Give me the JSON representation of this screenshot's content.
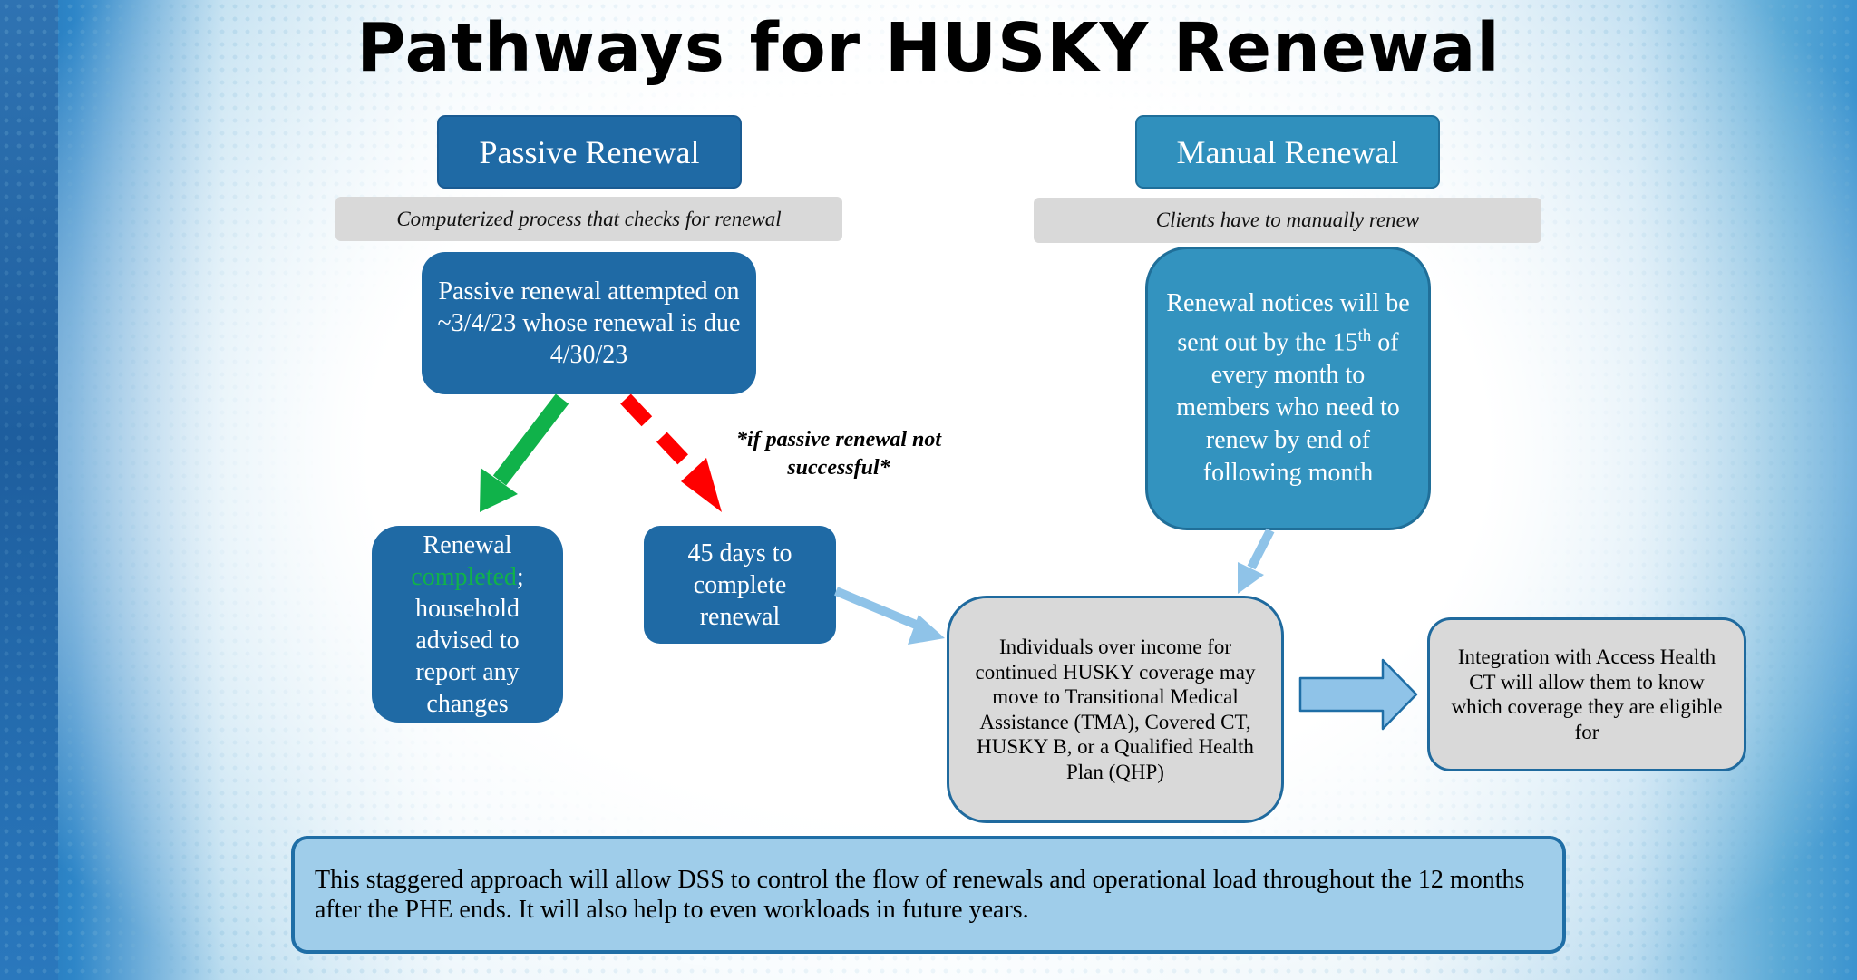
{
  "title": "Pathways for HUSKY Renewal",
  "colors": {
    "dark_blue": "#1f6aa5",
    "teal": "#3393bf",
    "gray": "#d9d9d9",
    "green_arrow": "#10b24a",
    "red_arrow": "#ff0000",
    "light_arrow": "#8fc3e8",
    "footer_bg": "#9fcdea"
  },
  "passive": {
    "header": "Passive Renewal",
    "subtitle": "Computerized process that checks for renewal",
    "attempt": "Passive renewal attempted on ~3/4/23 whose renewal is due 4/30/23",
    "completed": {
      "prefix": "Renewal",
      "highlight": "completed",
      "suffix": "; household advised to report any changes"
    },
    "not_successful_note": "*if passive renewal  not successful*",
    "days_box": "45 days to complete renewal"
  },
  "manual": {
    "header": "Manual Renewal",
    "subtitle": "Clients have to manually renew",
    "notice_before": "Renewal notices will be sent out by the 15",
    "notice_sup": "th",
    "notice_after": " of every month to members who need to renew by end of following month"
  },
  "over_income": "Individuals over income for continued HUSKY coverage may move to Transitional Medical Assistance (TMA), Covered CT, HUSKY B, or a Qualified Health Plan (QHP)",
  "integration": "Integration with Access Health CT will allow them to know which coverage they are eligible for",
  "footer": "This staggered approach will allow DSS to control the flow of renewals and operational load throughout the 12 months after the PHE ends. It will also help to even workloads in future years.",
  "icons": {
    "green_arrow": "arrow-down-left",
    "red_arrow": "dashed-arrow-down-right",
    "right_arrow": "block-arrow-right"
  }
}
